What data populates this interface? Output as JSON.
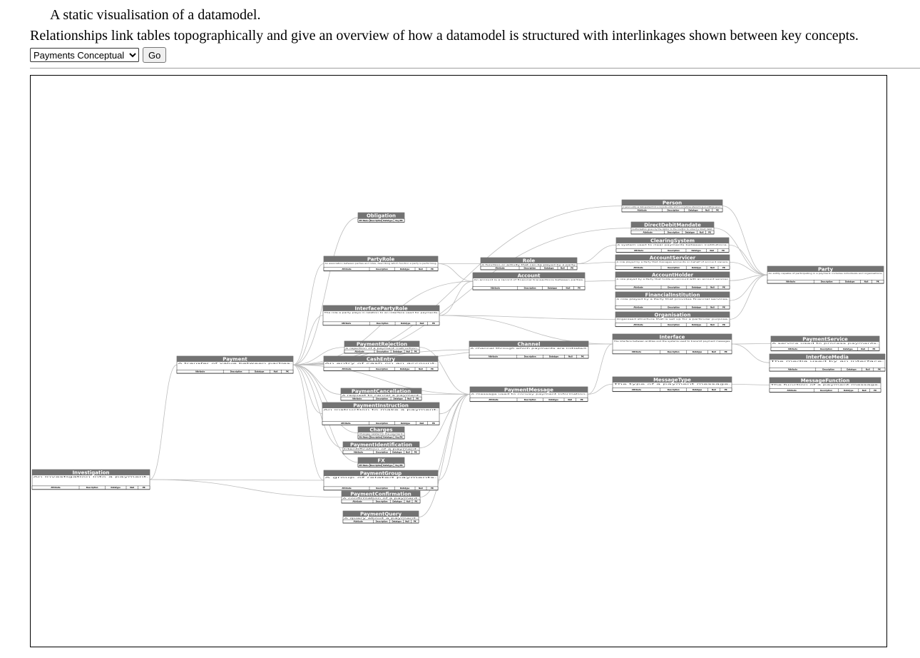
{
  "header": {
    "title": "A static visualisation of a datamodel.",
    "subtitle": "Relationships link tables topographically and give an overview of how a datamodel is structured with interlinkages shown between key concepts."
  },
  "controls": {
    "model_select_value": "Payments Conceptual",
    "go_label": "Go"
  },
  "diagram": {
    "columns_full": [
      "Attribute",
      "Description",
      "Datatype",
      "Null",
      "PK"
    ],
    "columns_short": [
      "Att Name",
      "Description",
      "Datatype",
      "Key/PK"
    ],
    "colors": {
      "header": "#737373",
      "line": "#bdbdbd",
      "border": "#555555"
    },
    "entities": [
      {
        "name": "Person",
        "desc": "A person entity as distinguished from a corporate entity which is sometimes referred to as an artificial person."
      },
      {
        "name": "Obligation",
        "desc": ""
      },
      {
        "name": "DirectDebitMandate",
        "desc": "Authorisation given by the debtor to the creditor to collect a direct debit."
      },
      {
        "name": "ClearingSystem",
        "desc": "A system used to clear payments between institutions."
      },
      {
        "name": "PartyRole",
        "desc": "An association between parties and roles, describing which function a party is performing."
      },
      {
        "name": "Role",
        "desc": "A function or activity that can be played by a party."
      },
      {
        "name": "AccountServicer",
        "desc": "A role played by a Party that manages accounts on behalf of account owners."
      },
      {
        "name": "Party",
        "desc": "An entity capable of participating in a payment. Includes individuals and organisations."
      },
      {
        "name": "Account",
        "desc": "An account is a record of financial transactions between parties."
      },
      {
        "name": "AccountHolder",
        "desc": "A role played by a Party that holds an account with an account servicer."
      },
      {
        "name": "FinancialInstitution",
        "desc": "A role played by a Party that provides financial services."
      },
      {
        "name": "InterfacePartyRole",
        "desc": "The role a party plays in relation to an interface used for payments."
      },
      {
        "name": "Organisation",
        "desc": "Organised structure that is set up for a particular purpose."
      },
      {
        "name": "Interface",
        "desc": "The interface between entities and the systems used to transmit payment messages."
      },
      {
        "name": "PaymentService",
        "desc": "A service used to process payments."
      },
      {
        "name": "PaymentRejection",
        "desc": "A rejection of a payment instruction."
      },
      {
        "name": "Channel",
        "desc": "A channel through which payments are initiated."
      },
      {
        "name": "Payment",
        "desc": "A transfer of value between parties."
      },
      {
        "name": "CashEntry",
        "desc": "An entry of cash on an account."
      },
      {
        "name": "InterfaceMedia",
        "desc": "The media used by an interface."
      },
      {
        "name": "PaymentMessage",
        "desc": "A message used to convey payment information."
      },
      {
        "name": "MessageType",
        "desc": "The type of a payment message."
      },
      {
        "name": "MessageFunction",
        "desc": "The function of a payment message."
      },
      {
        "name": "PaymentCancellation",
        "desc": "A request to cancel a payment."
      },
      {
        "name": "PaymentInstruction",
        "desc": "An instruction to make a payment."
      },
      {
        "name": "Charges",
        "desc": "Charges related to the payment."
      },
      {
        "name": "PaymentIdentification",
        "desc": "Identification of a payment."
      },
      {
        "name": "FX",
        "desc": ""
      },
      {
        "name": "Investigation",
        "desc": "An investigation into a payment."
      },
      {
        "name": "PaymentGroup",
        "desc": "A group of related payments."
      },
      {
        "name": "PaymentConfirmation",
        "desc": "A confirmation of a payment."
      },
      {
        "name": "PaymentQuery",
        "desc": "A query about a payment."
      }
    ]
  }
}
